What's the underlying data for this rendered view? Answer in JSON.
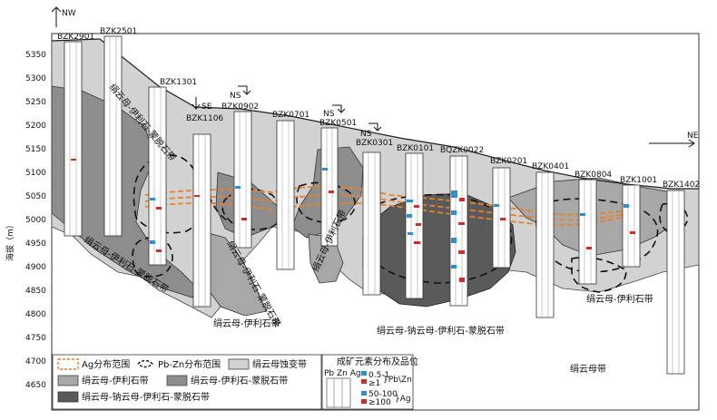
{
  "header": {
    "nw": "NW",
    "ne": "NE",
    "y_axis_label": "海拔（m）",
    "y_ticks": [
      "5350",
      "5300",
      "5250",
      "5200",
      "5150",
      "5100",
      "5050",
      "5000",
      "4950",
      "4900",
      "4850",
      "4800",
      "4750",
      "4700",
      "4650"
    ]
  },
  "boreholes": [
    "BZK2901",
    "BZK2501",
    "BZK1301",
    "BZK1106",
    "BZK0902",
    "BZK0701",
    "BZK0501",
    "BZK0301",
    "BZK0101",
    "BQZK0022",
    "BZK0201",
    "BZK0401",
    "BZK0804",
    "BZK1001",
    "BZK1402"
  ],
  "section_marks": [
    "SE",
    "NS",
    "NS",
    "NS"
  ],
  "zone_labels": {
    "z1": "绢云母-伊利石-蒙脱石带",
    "z2": "绢云母-伊利石-蒙脱石带",
    "z3": "绢云母-伊利石-蒙脱石带",
    "z4": "绢云母-伊利石带",
    "z5": "绢云母-伊利石带",
    "z6": "绢云母-钠云母-伊利石-蒙脱石带",
    "z7": "绢云母-伊利石带",
    "z8": "绢云母带"
  },
  "legend": {
    "ag_range": "Ag分布范围",
    "pbzn_range": "Pb-Zn分布范围",
    "sericite_alt": "绢云母蚀变带",
    "ser_ill": "绢云母-伊利石带",
    "ser_ill_mont": "绢云母-伊利石-蒙脱石带",
    "ser_para_ill_mont": "绢云母-钠云母-伊利石-蒙脱石带",
    "grade_title": "成矿元素分布及品位",
    "cols": "Pb Zn Ag",
    "g1": "0.5-1",
    "g2": "≥1",
    "pbzn": "}Pb\\Zn",
    "g3": "50-100",
    "g4": "≥100",
    "ag": "}Ag"
  },
  "colors": {
    "light_gray": "#d2d2d2",
    "mid_gray": "#9a9a9a",
    "dark_gray": "#6e6e6e",
    "darkest_gray": "#555555",
    "ag_orange": "#e8822a",
    "blue": "#2b8fd6",
    "red": "#d62a2a"
  }
}
